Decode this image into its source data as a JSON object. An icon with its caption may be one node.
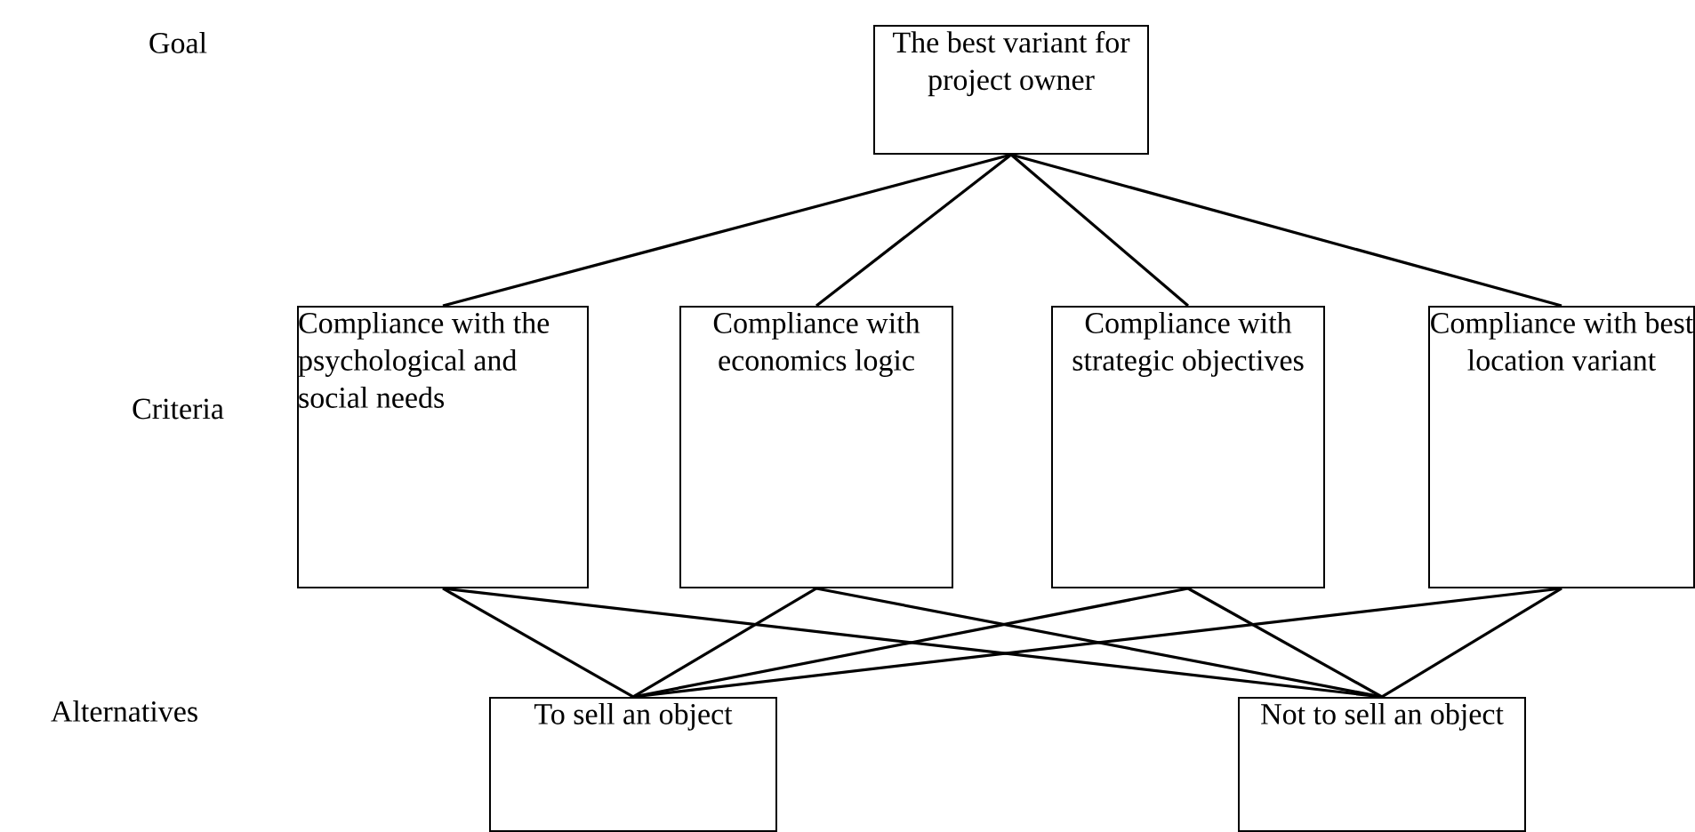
{
  "diagram": {
    "nodes": [
      {
        "text": [
          "The best variant for project owner"
        ]
      },
      {
        "text": [
          "Compliance with the psychological and social needs"
        ]
      },
      {
        "text": [
          "Compliance with economics logic"
        ]
      },
      {
        "text": [
          "Compliance with strategic objectives"
        ]
      },
      {
        "text": [
          "Compliance with best location variant"
        ]
      },
      {
        "text": [
          "To sell an object"
        ]
      },
      {
        "text": [
          "Not to sell an object"
        ]
      }
    ],
    "edges": [
      {
        "from": 0,
        "to": 1,
        "arrow": "none"
      },
      {
        "from": 0,
        "to": 2,
        "arrow": "none"
      },
      {
        "from": 0,
        "to": 3,
        "arrow": "none"
      },
      {
        "from": 0,
        "to": 4,
        "arrow": "none"
      },
      {
        "from": 1,
        "to": 5,
        "arrow": "none"
      },
      {
        "from": 1,
        "to": 6,
        "arrow": "none"
      },
      {
        "from": 2,
        "to": 5,
        "arrow": "none"
      },
      {
        "from": 2,
        "to": 6,
        "arrow": "none"
      },
      {
        "from": 3,
        "to": 5,
        "arrow": "none"
      },
      {
        "from": 3,
        "to": 6,
        "arrow": "none"
      },
      {
        "from": 4,
        "to": 5,
        "arrow": "none"
      },
      {
        "from": 4,
        "to": 6,
        "arrow": "none"
      }
    ],
    "labels": [
      "Goal",
      "Criteria",
      "Alternatives"
    ]
  }
}
